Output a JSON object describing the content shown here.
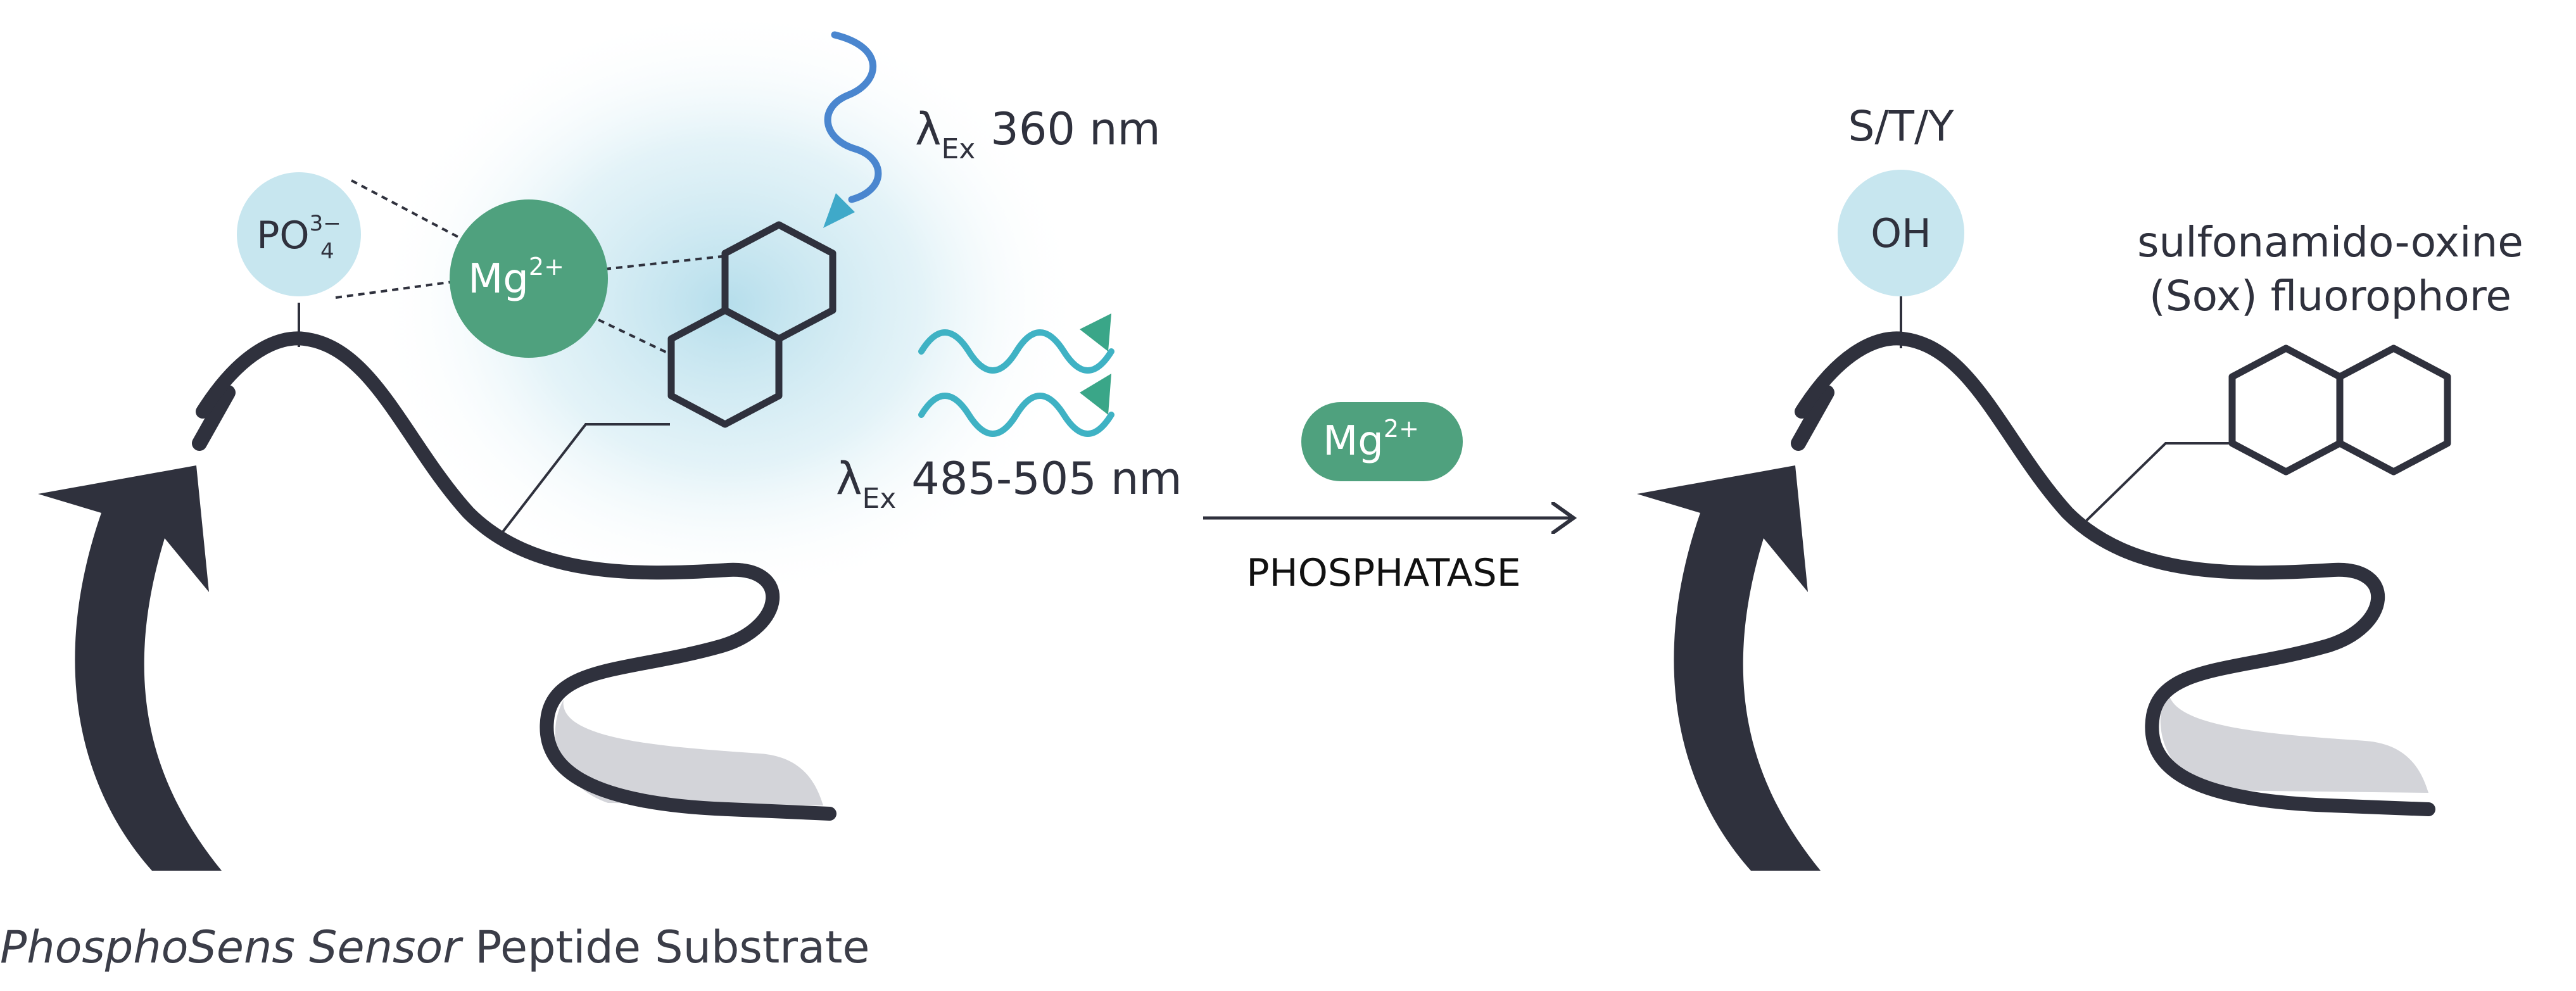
{
  "labels": {
    "excitation": {
      "lambda": "λ",
      "sub": "Ex",
      "value": "360 nm"
    },
    "emission": {
      "lambda": "λ",
      "sub": "Ex",
      "value": "485-505 nm"
    },
    "phosphate": {
      "base": "PO",
      "sub": "4",
      "sup": "3−"
    },
    "magnesium_left": {
      "base": "Mg",
      "sup": "2+"
    },
    "magnesium_right": {
      "base": "Mg",
      "sup": "2+"
    },
    "enzyme": "PHOSPHATASE",
    "residue": "S/T/Y",
    "hydroxyl": "OH",
    "fluorophore_line1": "sulfonamido-oxine",
    "fluorophore_line2": "(Sox) fluorophore",
    "caption_italic": "PhosphoSens Sensor",
    "caption_plain": " Peptide Substrate"
  },
  "colors": {
    "peptide": "#2f313d",
    "magnesium": "#4fa17e",
    "phosphate_circle": "#c7e6ef",
    "glow": "#bfe3ee",
    "excitation_wave": "#4a86cf",
    "emission_wave_light": "#3fb2c4",
    "emission_wave_dark": "#3aa688",
    "tail_shadow": "#d3d4d9",
    "text": "#2f313d"
  }
}
